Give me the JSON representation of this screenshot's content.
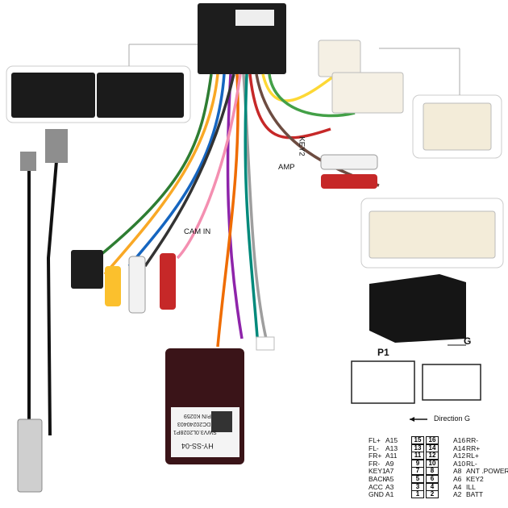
{
  "wire_tags": {
    "key2": "KEY2",
    "cam_in": "CAM IN",
    "amp": "AMP"
  },
  "module": {
    "model": "HY-SS-04",
    "sw": "SWV3.0L2028P1",
    "dc": "DC20240403",
    "pn": "P/N K0259"
  },
  "diagram": {
    "p1_label": "P1",
    "g_label": "G",
    "direction_label": "Direction G",
    "left_pins": [
      {
        "name": "FL+",
        "code": "A15",
        "num": "15"
      },
      {
        "name": "FL-",
        "code": "A13",
        "num": "13"
      },
      {
        "name": "FR+",
        "code": "A11",
        "num": "11"
      },
      {
        "name": "FR-",
        "code": "A9",
        "num": "9"
      },
      {
        "name": "KEY1",
        "code": "A7",
        "num": "7"
      },
      {
        "name": "BACK",
        "code": "A5",
        "num": "5"
      },
      {
        "name": "ACC",
        "code": "A3",
        "num": "3"
      },
      {
        "name": "GND",
        "code": "A1",
        "num": "1"
      }
    ],
    "right_pins": [
      {
        "name": "RR-",
        "code": "A16",
        "num": "16"
      },
      {
        "name": "RR+",
        "code": "A14",
        "num": "14"
      },
      {
        "name": "RL+",
        "code": "A12",
        "num": "12"
      },
      {
        "name": "RL-",
        "code": "A10",
        "num": "10"
      },
      {
        "name": "ANT .POWER",
        "code": "A8",
        "num": "8"
      },
      {
        "name": "KEY2",
        "code": "A6",
        "num": "6"
      },
      {
        "name": "ILL",
        "code": "A4",
        "num": "4"
      },
      {
        "name": "BATT",
        "code": "A2",
        "num": "2"
      }
    ]
  }
}
